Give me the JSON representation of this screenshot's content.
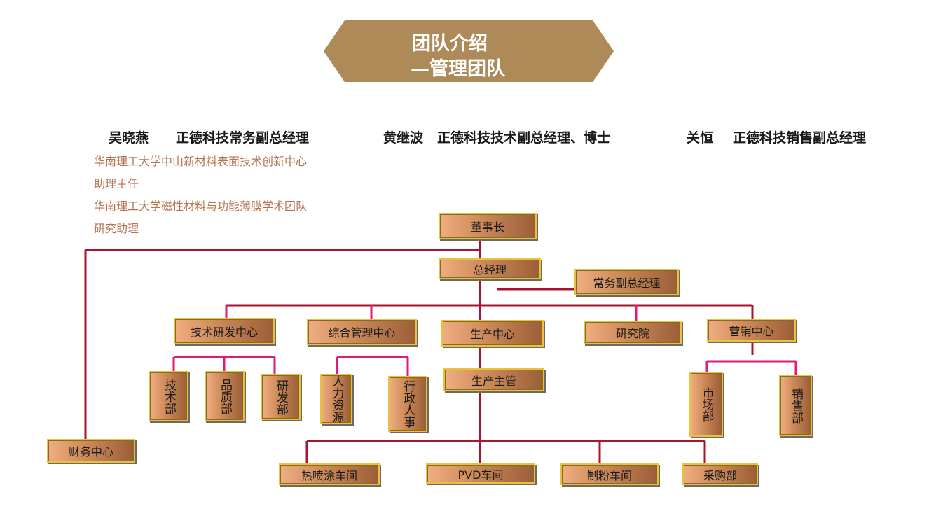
{
  "banner": {
    "line1": "团队介绍",
    "line2": "—管理团队",
    "color": "#ad8a57"
  },
  "people": [
    {
      "name": "吴晓燕",
      "title": "正德科技常务副总经理"
    },
    {
      "name": "黄继波",
      "title": "正德科技技术副总经理、博士"
    },
    {
      "name": "关恒",
      "title": "正德科技销售副总经理"
    }
  ],
  "bio": [
    "华南理工大学中山新材料表面技术创新中心",
    "助理主任",
    "华南理工大学磁性材料与功能薄膜学术团队",
    "研究助理"
  ],
  "org": {
    "chairman": "董事长",
    "gm": "总经理",
    "exec_vp": "常务副总经理",
    "tech_center": "技术研发中心",
    "admin_center": "综合管理中心",
    "production_center": "生产中心",
    "research_institute": "研究院",
    "marketing_center": "营销中心",
    "tech_dept": "技术部",
    "quality_dept": "品质部",
    "rd_dept": "研发部",
    "hr_dept": "人力资源",
    "admin_hr_dept": "行政人事",
    "production_supervisor": "生产主管",
    "market_dept": "市场部",
    "sales_dept": "销售部",
    "finance_center": "财务中心",
    "thermal_spray_workshop": "热喷涂车间",
    "pvd_workshop": "PVD车间",
    "powder_workshop": "制粉车间",
    "procurement_dept": "采购部"
  },
  "colors": {
    "line_dark": "#a8142e",
    "line_pink": "#e3197a",
    "box_border": "#e8c23a"
  }
}
